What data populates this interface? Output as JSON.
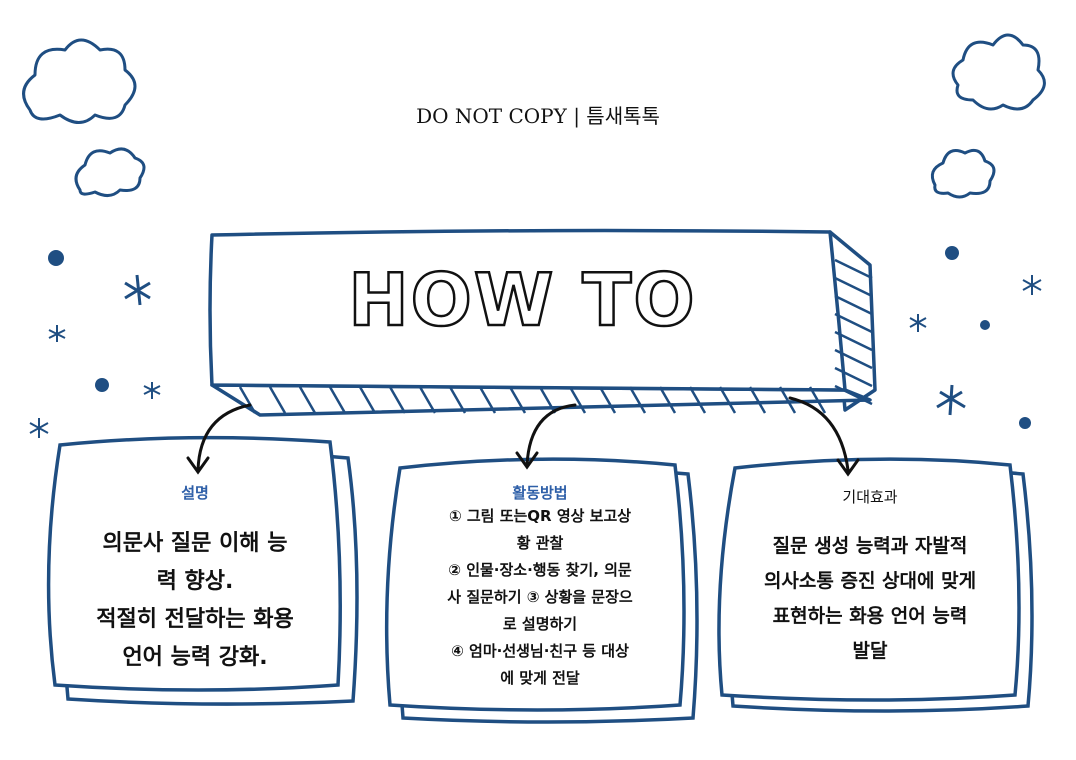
{
  "header": {
    "text": "DO NOT COPY | 틈새톡톡"
  },
  "banner": {
    "title": "HOW TO"
  },
  "cards": [
    {
      "title": "설명",
      "lines": [
        "의문사 질문 이해 능",
        "력 향상.",
        "적절히 전달하는 화용",
        "언어 능력 강화."
      ]
    },
    {
      "title": "활동방법",
      "lines": [
        "① 그림 또는QR 영상 보고상",
        "황 관찰",
        "② 인물·장소·행동 찾기, 의문",
        "사 질문하기 ③ 상황을 문장으",
        "로 설명하기",
        "④ 엄마·선생님·친구 등 대상",
        "에 맞게 전달"
      ]
    },
    {
      "title": "기대효과",
      "lines": [
        "질문 생성 능력과 자발적",
        "의사소통 증진 상대에 맞게",
        "표현하는 화용 언어 능력",
        "발달"
      ]
    }
  ],
  "colors": {
    "navy": "#1f4e82",
    "title_blue": "#2e5fa8"
  }
}
